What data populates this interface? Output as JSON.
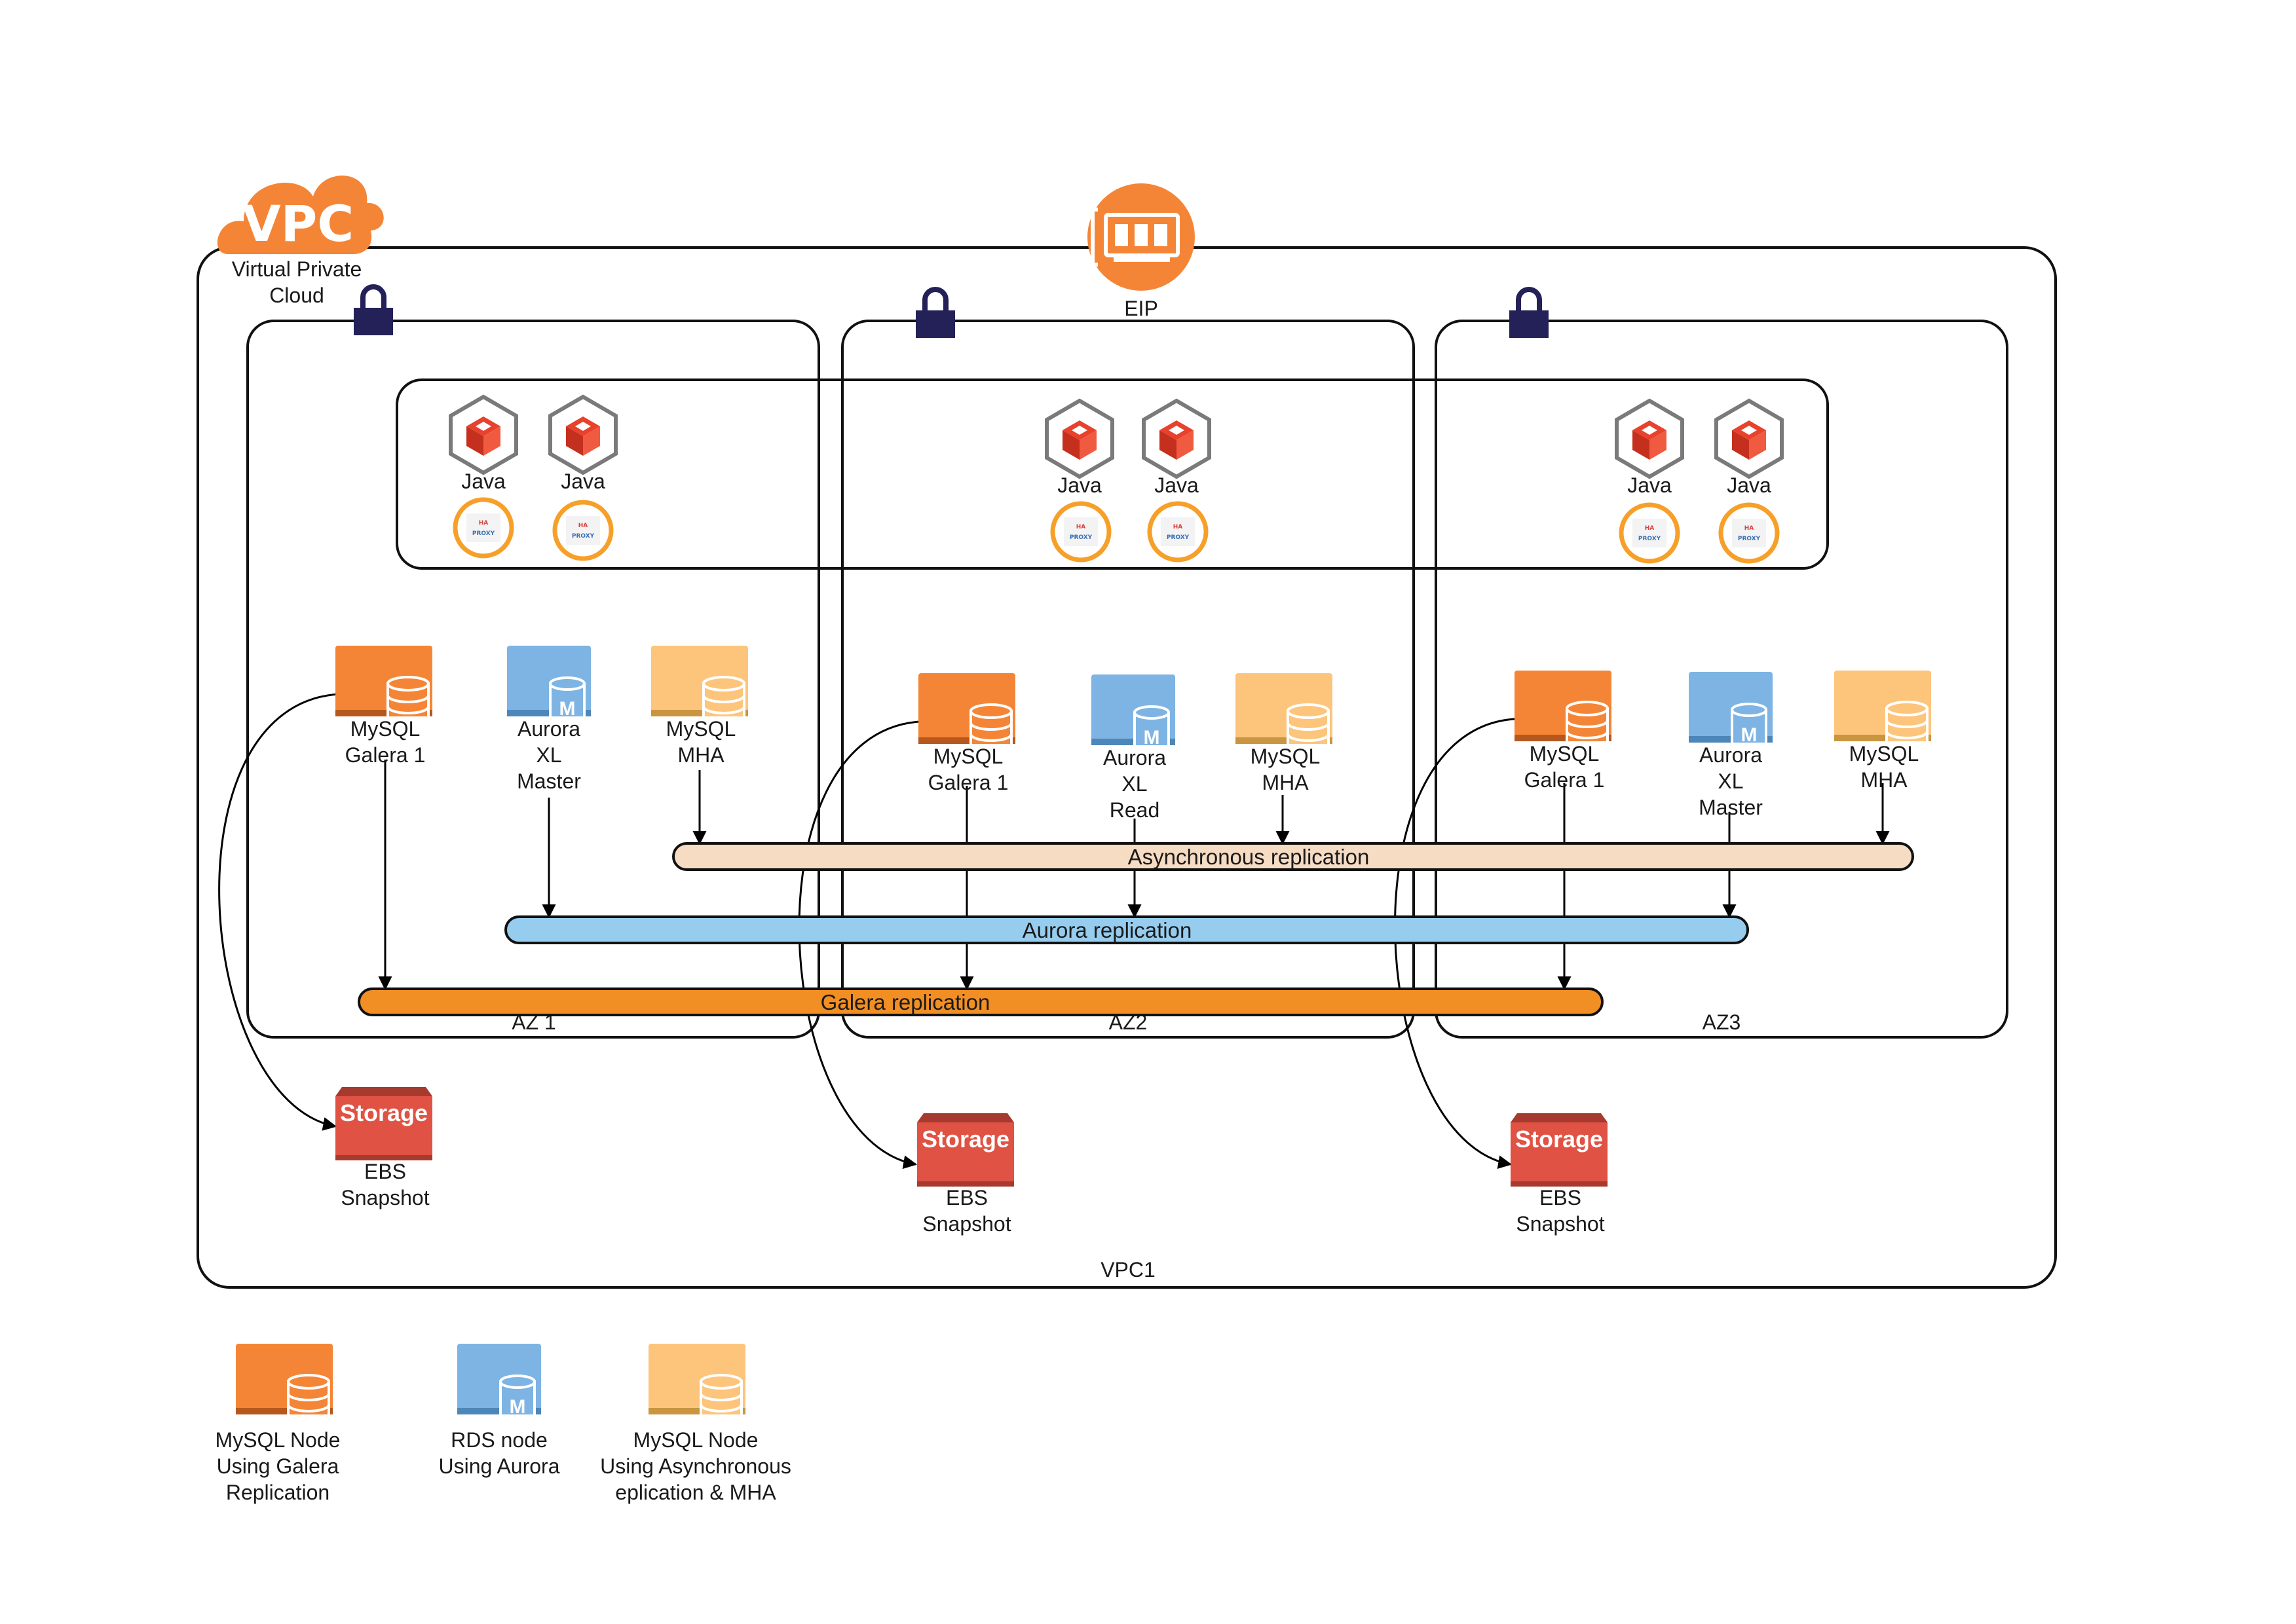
{
  "vpc": {
    "icon_text": "VPC",
    "label_line1": "Virtual Private",
    "label_line2": "Cloud",
    "name": "VPC1"
  },
  "eip": {
    "label": "EIP"
  },
  "zones": [
    {
      "label": "AZ 1"
    },
    {
      "label": "AZ2"
    },
    {
      "label": "AZ3"
    }
  ],
  "app_servers": {
    "label": "Java",
    "haproxy_line1": "HA",
    "haproxy_line2": "PROXY",
    "count_per_zone": 2
  },
  "db_nodes": {
    "az1": [
      {
        "type": "mysql-galera",
        "lines": [
          "MySQL",
          "Galera 1"
        ]
      },
      {
        "type": "aurora",
        "icon_letter": "M",
        "lines": [
          "Aurora",
          "XL",
          "Master"
        ]
      },
      {
        "type": "mysql-async",
        "lines": [
          "MySQL",
          "MHA"
        ]
      }
    ],
    "az2": [
      {
        "type": "mysql-galera",
        "lines": [
          "MySQL",
          "Galera 1"
        ]
      },
      {
        "type": "aurora",
        "icon_letter": "M",
        "lines": [
          "Aurora",
          "XL",
          "Read"
        ]
      },
      {
        "type": "mysql-async",
        "lines": [
          "MySQL",
          "MHA"
        ]
      }
    ],
    "az3": [
      {
        "type": "mysql-galera",
        "lines": [
          "MySQL",
          "Galera 1"
        ]
      },
      {
        "type": "aurora",
        "icon_letter": "M",
        "lines": [
          "Aurora",
          "XL",
          "Master"
        ]
      },
      {
        "type": "mysql-async",
        "lines": [
          "MySQL",
          "MHA"
        ]
      }
    ]
  },
  "replication_bars": {
    "async": "Asynchronous replication",
    "aurora": "Aurora replication",
    "galera": "Galera replication"
  },
  "storage": {
    "icon_text": "Storage",
    "line1": "EBS",
    "line2": "Snapshot"
  },
  "legend": [
    {
      "type": "mysql-galera",
      "lines": [
        "MySQL Node",
        "Using Galera",
        "Replication"
      ]
    },
    {
      "type": "aurora",
      "icon_letter": "M",
      "lines": [
        "RDS node",
        "Using Aurora"
      ]
    },
    {
      "type": "mysql-async",
      "lines": [
        "MySQL Node",
        "Using Asynchronous",
        "eplication & MHA"
      ]
    }
  ],
  "colors": {
    "aws_orange": "#F58536",
    "mysql_galera": "#F58536",
    "mysql_galera_dark": "#B6581D",
    "aurora_blue": "#7DB4E3",
    "aurora_blue_dark": "#4D86B8",
    "mysql_async": "#FDC57C",
    "mysql_async_dark": "#C99540",
    "async_bar": "#F7DCC4",
    "aurora_bar": "#96CDEF",
    "galera_bar": "#F18F24",
    "storage_red": "#E05243",
    "storage_red_dark": "#A73A2E",
    "lock_navy": "#232158",
    "app_cube_red": "#E8412C",
    "app_hex_gray": "#7A7A7A",
    "haproxy_ring": "#F6A02A"
  }
}
